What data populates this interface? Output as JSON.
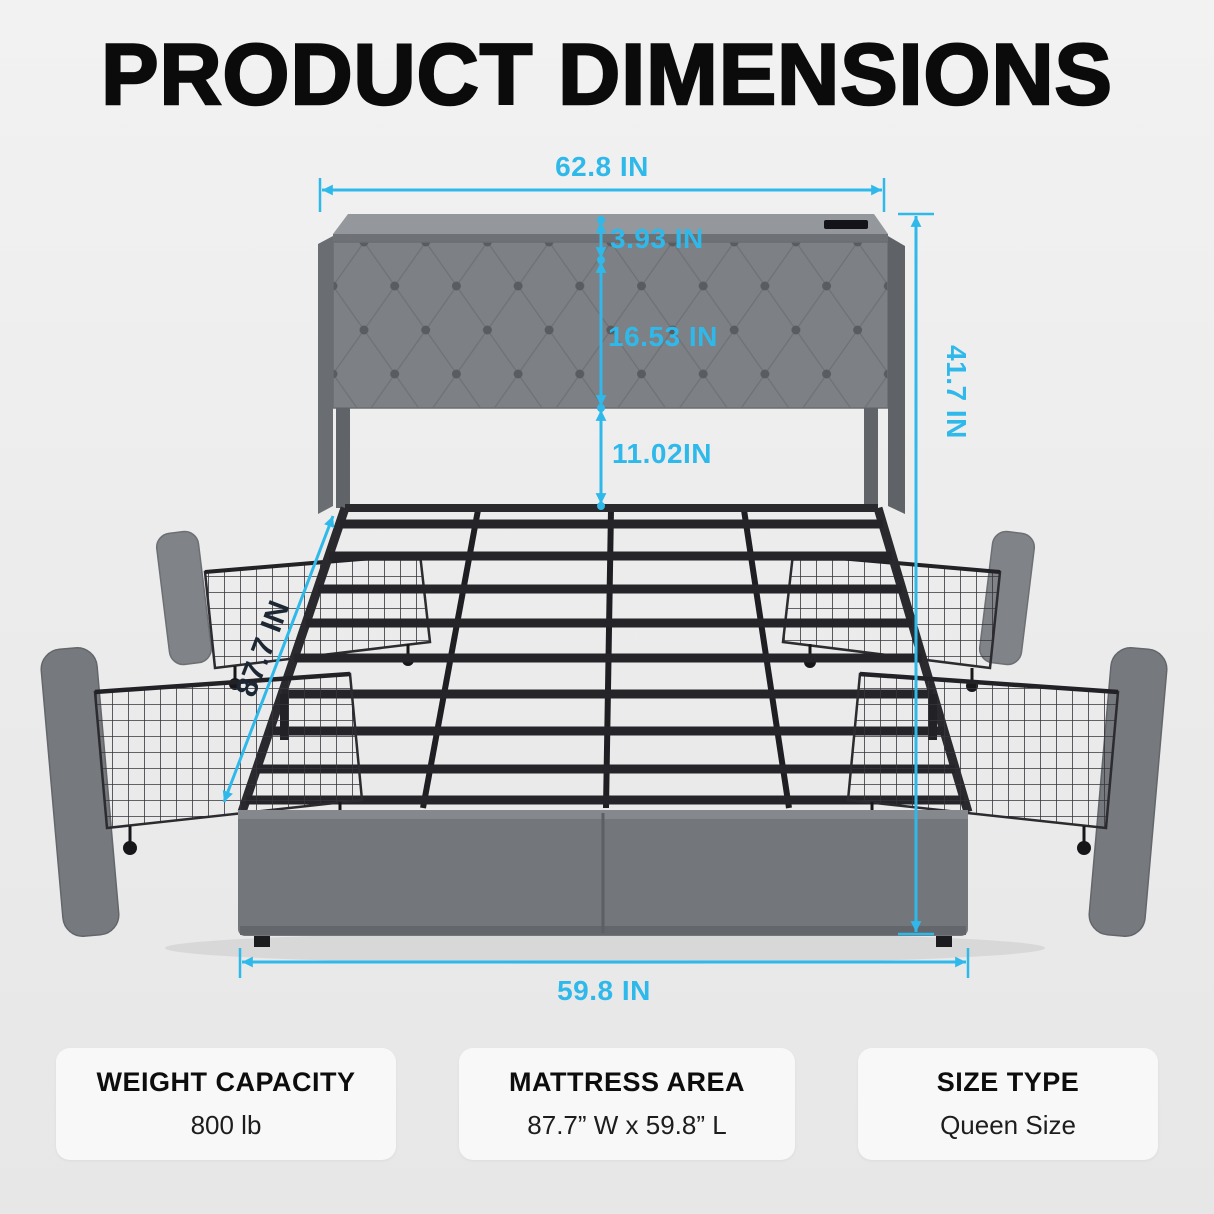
{
  "title": "PRODUCT DIMENSIONS",
  "dimensions": {
    "top_width": "62.8 IN",
    "shelf_height": "3.93 IN",
    "headboard_height": "16.53 IN",
    "clearance_height": "11.02IN",
    "total_height": "41.7 IN",
    "bed_length": "87.7 IN",
    "bed_width": "59.8 IN"
  },
  "specs": [
    {
      "label": "WEIGHT CAPACITY",
      "value": "800 lb"
    },
    {
      "label": "MATTRESS AREA",
      "value": "87.7” W x 59.8” L"
    },
    {
      "label": "SIZE TYPE",
      "value": "Queen Size"
    }
  ],
  "colors": {
    "accent": "#2fb9ea",
    "fabric_gray": "#7b7e83",
    "metal_frame": "#26262a",
    "background": "#ececec",
    "card_background": "#f8f8f9",
    "title_color": "#0b0b0b"
  }
}
